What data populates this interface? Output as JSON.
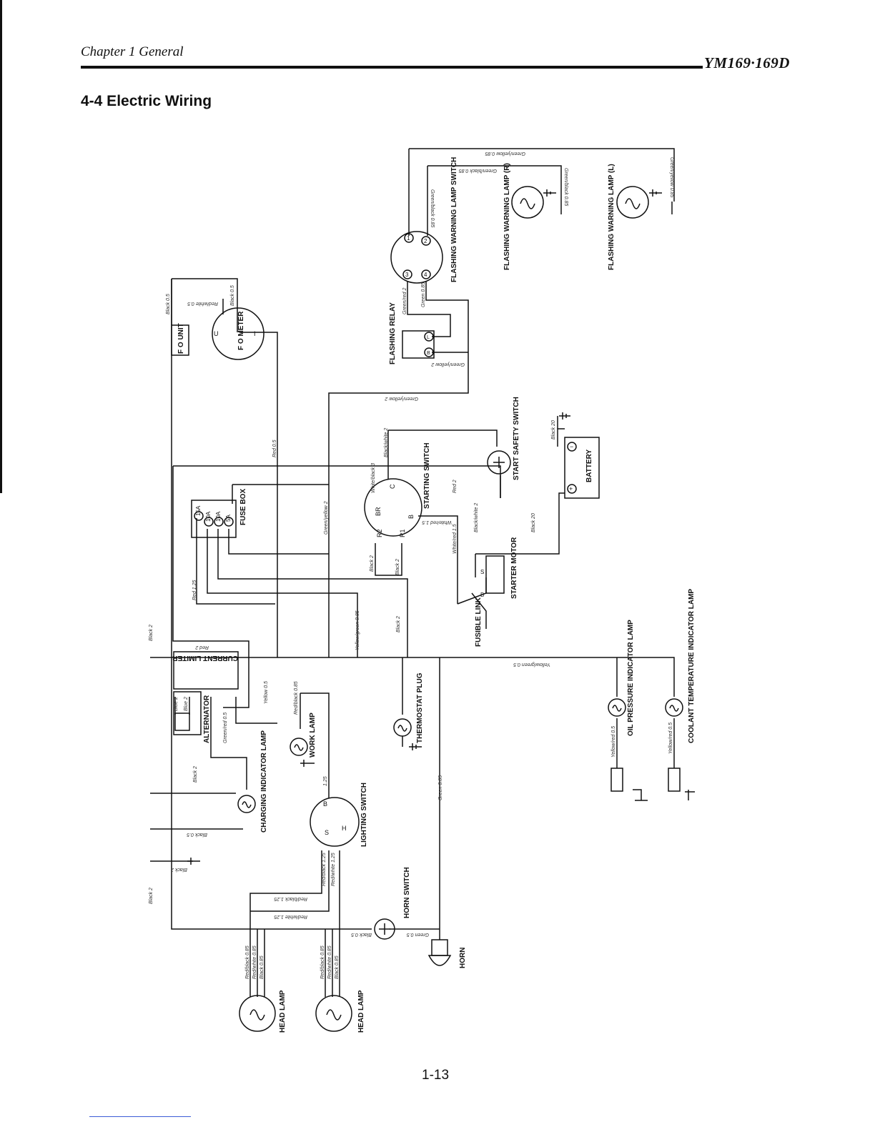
{
  "header": {
    "chapter": "Chapter 1  General",
    "model": "YM169·169D",
    "section_title": "4-4  Electric Wiring"
  },
  "footer": {
    "page_number": "1-13"
  },
  "components": {
    "fo_unit": "F O UNIT",
    "fo_meter": "F O METER",
    "flashing_relay": "FLASHING RELAY",
    "flashing_switch": "FLASHING WARNING LAMP SWITCH",
    "flash_lamp_r": "FLASHING WARNING LAMP (R)",
    "flash_lamp_l": "FLASHING WARNING LAMP (L)",
    "fuse_box": "FUSE BOX",
    "fuse_15": "15A",
    "fuse_10a": "10A",
    "fuse_10b": "10A",
    "fuse_5": "5A",
    "starting_switch": "STARTING SWITCH",
    "start_safety": "START SAFETY SWITCH",
    "battery": "BATTERY",
    "starter_motor": "STARTER MOTOR",
    "fusible_link": "FUSIBLE LINK",
    "current_limiter": "CURRENT LIMITER",
    "alternator": "ALTERNATOR",
    "charging_lamp": "CHARGING INDICATOR LAMP",
    "work_lamp": "WORK LAMP",
    "thermostat": "THERMOSTAT PLUG",
    "lighting_switch": "LIGHTING SWITCH",
    "horn_switch": "HORN SWITCH",
    "horn": "HORN",
    "head_lamp_1": "HEAD LAMP",
    "head_lamp_2": "HEAD LAMP",
    "oil_lamp": "OIL PRESSURE INDICATOR LAMP",
    "coolant_lamp": "COOLANT TEMPERATURE INDICATOR LAMP"
  },
  "terminals": {
    "meter_u": "U",
    "meter_i": "I",
    "relay_l": "L",
    "relay_b": "B",
    "sw_1": "1",
    "sw_2": "2",
    "sw_3": "3",
    "sw_4": "4",
    "st_br": "BR",
    "st_c": "C",
    "st_b": "B",
    "st_r2": "R2",
    "st_r1": "R1",
    "bat_neg": "−",
    "bat_pos": "+",
    "sm_s": "S",
    "sm_b": "B",
    "ls_b": "B",
    "ls_s": "S",
    "ls_h": "H"
  },
  "wires": {
    "w_gy085": "Green/yellow 0.85",
    "w_gb085": "Green/black 0.85",
    "w_gb085b": "Green/black 0.85",
    "w_gb085c": "Green/black 0.85",
    "w_gy085b": "Green/yellow 0.85",
    "w_gr2": "Green/red 2",
    "w_g085": "Green 0.85",
    "w_gy2a": "Green/yellow 2",
    "w_gy2b": "Green/yellow 2",
    "w_gy2c": "Green/yellow 2",
    "w_blk05": "Black 0.5",
    "w_blk05b": "Black 0.5",
    "w_rw05": "Red/white 0.5",
    "w_r05": "Red 0.5",
    "w_bw2": "Black/white 2",
    "w_wb3": "White/black 3",
    "w_r2": "Red 2",
    "w_wr15": "White/red 1.5",
    "w_wr15b": "White/red 1.5",
    "w_bw2b": "Black/white 2",
    "w_blk20": "Black 20",
    "w_blk20b": "Black 20",
    "w_blk2a": "Black 2",
    "w_blk2b": "Black 2",
    "w_blk2c": "Black 2",
    "w_blk2d": "Black 2",
    "w_blk2e": "Black 2",
    "w_blk2f": "Black 2",
    "w_blk2g": "Black 2",
    "w_r125": "Red 1.25",
    "w_r2b": "Red 2",
    "w_yg085": "Yellow/green 0.85",
    "w_yg05": "Yellow/green 0.5",
    "w_y05": "Yellow 0.5",
    "w_blue2a": "Blue 2",
    "w_blue2b": "Blue 2",
    "w_gr05": "Green/red 0.5",
    "w_rb085": "Red/black 0.85",
    "w_125": "1.25",
    "w_blk05c": "Black 0.5",
    "w_rb125a": "Red/black 1.25",
    "w_rw125a": "Red/white 1.25",
    "w_rb125b": "Red/black 1.25",
    "w_rw125b": "Red/white 1.25",
    "w_g085b": "Green 0.85",
    "w_g05": "Green 0.5",
    "w_blk05d": "Black 0.5",
    "w_rb085b": "Red/black 0.85",
    "w_rw085a": "Red/white 0.85",
    "w_b085a": "Black 0.85",
    "w_rb085c": "Red/black 0.85",
    "w_rw085b": "Red/white 0.85",
    "w_b085b": "Black 0.85",
    "w_yr05": "Yellow/red 0.5",
    "w_yr05b": "Yellow/red 0.5"
  }
}
